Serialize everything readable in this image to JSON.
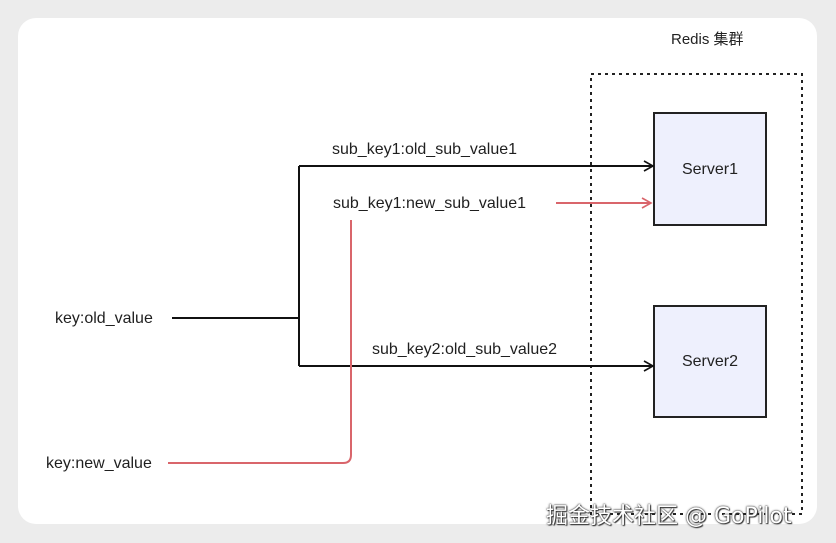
{
  "cluster": {
    "title": "Redis 集群",
    "servers": [
      {
        "name": "Server1"
      },
      {
        "name": "Server2"
      }
    ]
  },
  "sources": {
    "old": "key:old_value",
    "new": "key:new_value"
  },
  "edges": {
    "sub1_old": "sub_key1:old_sub_value1",
    "sub1_new": "sub_key1:new_sub_value1",
    "sub2_old": "sub_key2:old_sub_value2"
  },
  "watermark": "掘金技术社区 @ GoPilot",
  "colors": {
    "line_old": "#111111",
    "line_new": "#d9656b",
    "server_fill": "#eef0fd",
    "server_stroke": "#222222",
    "cluster_border": "#222222"
  }
}
